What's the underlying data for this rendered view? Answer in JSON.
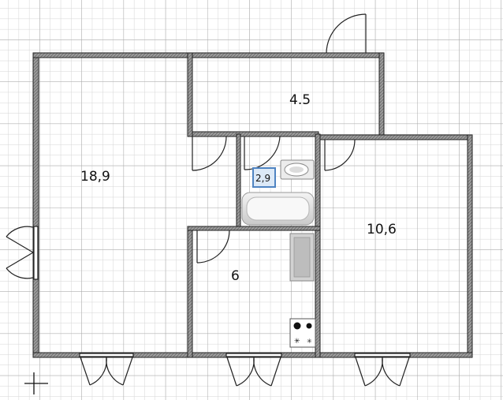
{
  "plan": {
    "rooms": [
      {
        "id": "living-room",
        "area_label": "18,9"
      },
      {
        "id": "storage-room",
        "area_label": "4.5"
      },
      {
        "id": "bathroom",
        "area_label": "2,9"
      },
      {
        "id": "kitchen",
        "area_label": "6"
      },
      {
        "id": "bedroom",
        "area_label": "10,6"
      }
    ]
  },
  "colors": {
    "grid_minor": "#d5d5d5",
    "grid_major": "#a8a8a8",
    "wall": "#222222",
    "wall_fill": "#8a8a8a",
    "fixture": "#bbbbbb",
    "selection": "#4f84c2"
  }
}
